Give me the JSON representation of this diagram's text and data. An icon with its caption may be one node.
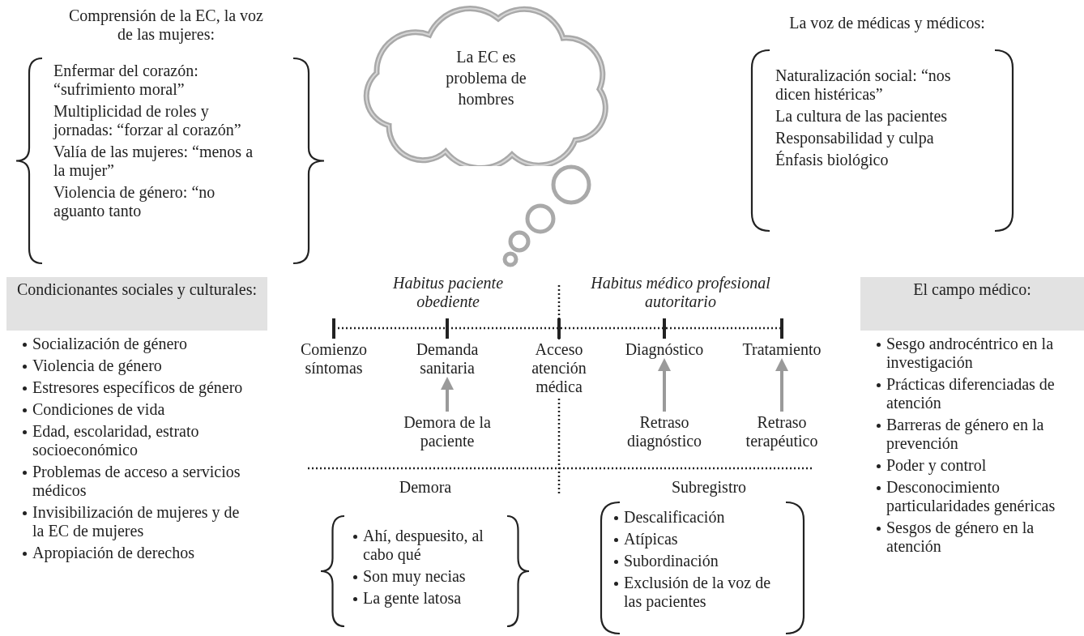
{
  "diagram": {
    "nodes": [
      {
        "text": [
          "La EC es problema de hombres"
        ]
      },
      {
        "text": [
          "Condicionantes sociales y culturales:"
        ]
      },
      {
        "text": [
          "El campo médico:"
        ]
      },
      {
        "text": [
          "Comienzo síntomas"
        ]
      },
      {
        "text": [
          "Demanda sanitaria"
        ]
      },
      {
        "text": [
          "Acceso atención médica"
        ]
      },
      {
        "text": [
          "Diagnóstico"
        ]
      },
      {
        "text": [
          "Tratamiento"
        ]
      },
      {
        "text": [
          "Demora de la paciente"
        ]
      },
      {
        "text": [
          "Retraso diagnóstico"
        ]
      },
      {
        "text": [
          "Retraso terapéutico"
        ]
      }
    ],
    "edges": [
      {
        "from": 8,
        "to": 4,
        "arrow": "to"
      },
      {
        "from": 9,
        "to": 6,
        "arrow": "to"
      },
      {
        "from": 10,
        "to": 7,
        "arrow": "to"
      }
    ],
    "labels": [
      "Comprensión de la EC, la voz de las mujeres:",
      "Enfermar del corazón: “sufrimiento moral”",
      "Multiplicidad de roles y jornadas: “forzar al corazón”",
      "Valía de las mujeres: “menos a la mujer”",
      "Violencia de género: “no aguanto tanto",
      "La voz de médicas y médicos:",
      "Naturalización social: “nos dicen histéricas”",
      "La cultura de las pacientes",
      "Responsabilidad y culpa",
      "Énfasis biológico",
      "Habitus paciente obediente",
      "Habitus médico profesional autoritario",
      "Socialización de género",
      "Violencia de género",
      "Estresores específicos de género",
      "Condiciones de vida",
      "Edad, escolaridad, estrato socioeconómico",
      "Problemas de acceso a servicios médicos",
      "Invisibilización de mujeres y de la EC de mujeres",
      "Apropiación de derechos",
      "Sesgo androcéntrico en la investigación",
      "Prácticas diferenciadas de atención",
      "Barreras de género en la prevención",
      "Poder y control",
      "Desconocimiento particularidades genéricas",
      "Sesgos de género en la atención",
      "Demora",
      "Subregistro",
      "Ahí, despuesito, al cabo qué",
      "Son muy necias",
      "La gente latosa",
      "Descalificación",
      "Atípicas",
      "Subordinación",
      "Exclusión de la voz de las pacientes"
    ]
  }
}
